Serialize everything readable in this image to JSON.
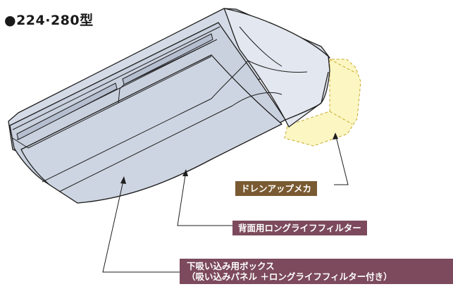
{
  "title": "●224·280型",
  "labels": {
    "drain_mechanism": "ドレンアップメカ",
    "rear_filter": "背面用ロングライフフィルター",
    "intake_box_line1": "下吸い込み用ボックス",
    "intake_box_line2": "（吸い込みパネル ＋ロングライフフィルター付き）"
  },
  "colors": {
    "unit_fill": "#dde2ec",
    "unit_outline": "#1e1e1e",
    "drain_highlight": "#fbf6c2",
    "drain_label_bg": "#7a5a32",
    "filter_label_bg": "#7c4a5c"
  }
}
